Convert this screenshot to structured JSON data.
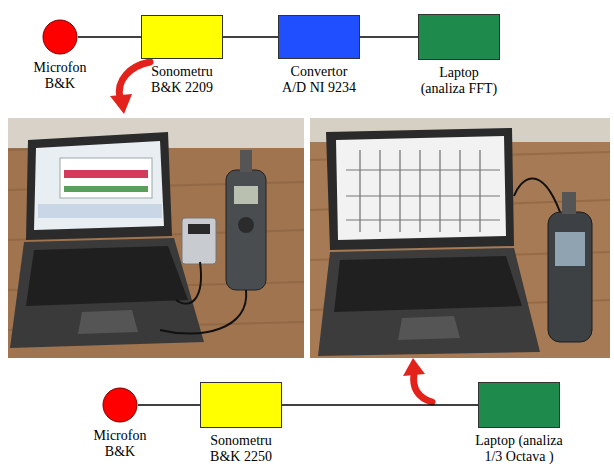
{
  "diagram": {
    "nodes": [
      {
        "text": [
          "Microfon B&K"
        ]
      },
      {
        "text": [
          "Sonometru B&K 2209"
        ]
      },
      {
        "text": [
          "Convertor A/D NI 9234"
        ]
      },
      {
        "text": [
          "Laptop (analiza FFT)"
        ]
      },
      {
        "text": [
          "Microfon B&K"
        ]
      },
      {
        "text": [
          "Sonometru B&K 2250"
        ]
      },
      {
        "text": [
          "Laptop (analiza 1/3 Octava )"
        ]
      }
    ],
    "edges": [
      {
        "from": 0,
        "to": 1,
        "arrow": "none"
      },
      {
        "from": 1,
        "to": 2,
        "arrow": "none"
      },
      {
        "from": 2,
        "to": 3,
        "arrow": "none"
      },
      {
        "from": 4,
        "to": 5,
        "arrow": "none"
      },
      {
        "from": 5,
        "to": 6,
        "arrow": "none"
      }
    ]
  }
}
